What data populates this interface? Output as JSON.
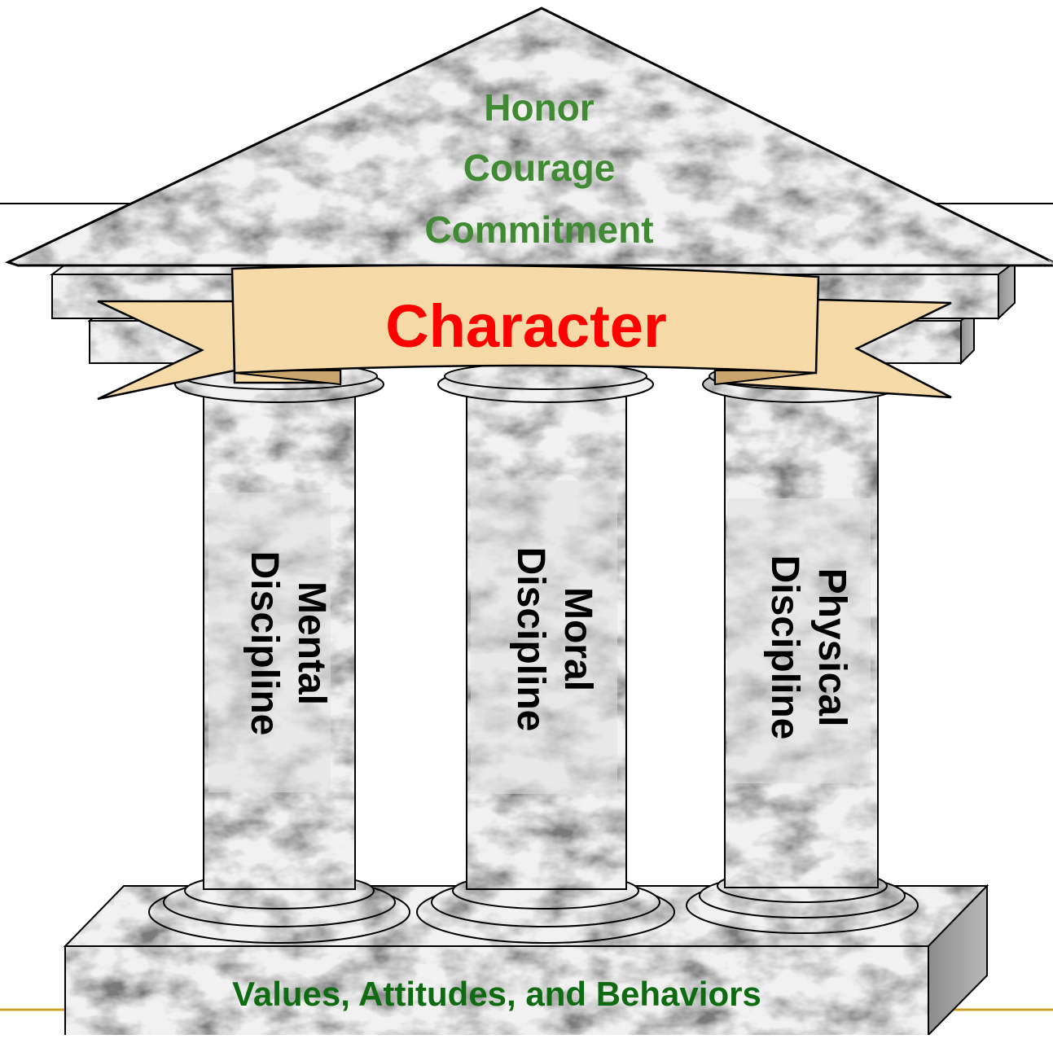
{
  "roof": {
    "lines": [
      "Honor",
      "Courage",
      "Commitment"
    ],
    "text_color": "#3f8a32"
  },
  "banner": {
    "label": "Character",
    "text_color": "#ff0000",
    "fill_color": "#f5d9a6"
  },
  "columns": [
    {
      "line1": "Mental",
      "line2": "Discipline"
    },
    {
      "line1": "Moral",
      "line2": "Discipline"
    },
    {
      "line1": "Physical",
      "line2": "Discipline"
    }
  ],
  "foundation": {
    "label": "Values, Attitudes, and Behaviors",
    "text_color": "#0f6b12"
  },
  "colors": {
    "marble": "#e4e4e4",
    "outline": "#000000",
    "slide_rule_bottom": "#c9a227"
  }
}
